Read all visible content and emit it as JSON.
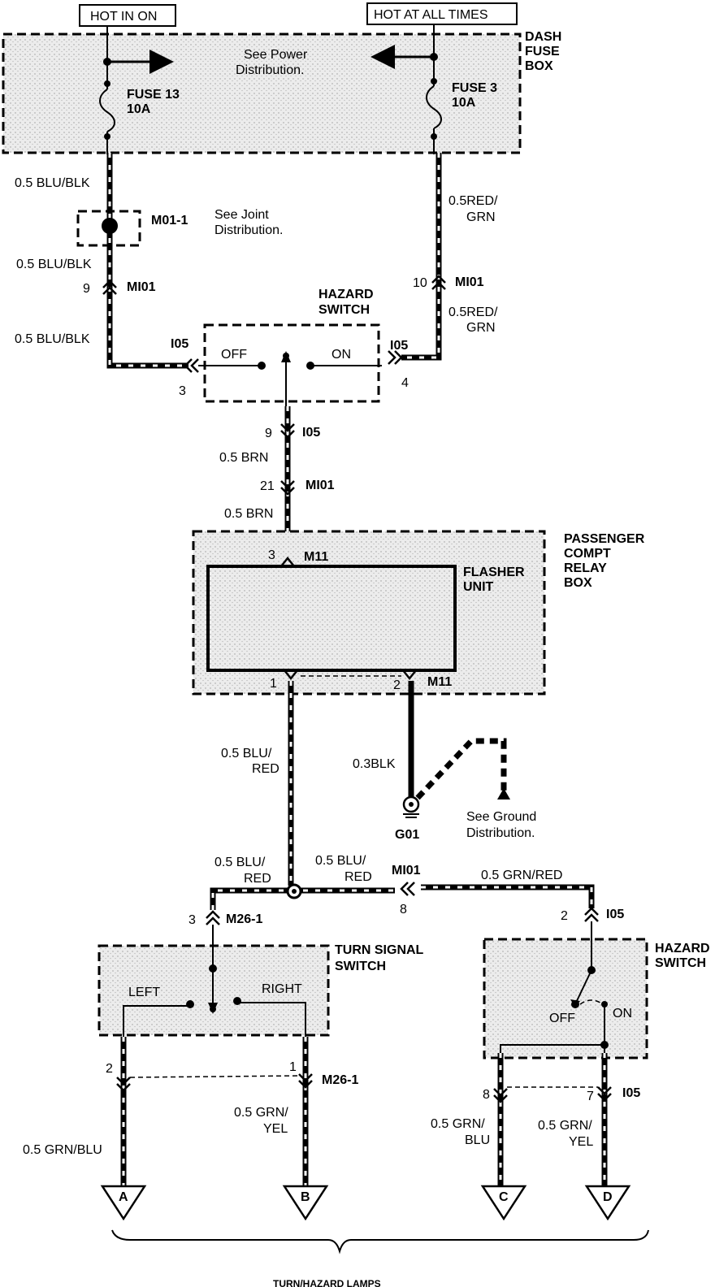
{
  "power": {
    "hot_in_on": "HOT IN ON",
    "hot_at_all_times": "HOT AT ALL TIMES",
    "see_power": "See Power",
    "distribution": "Distribution.",
    "dash": "DASH",
    "fuse": "FUSE",
    "box": "BOX",
    "fuse13_name": "FUSE 13",
    "fuse13_rating": "10A",
    "fuse3_name": "FUSE 3",
    "fuse3_rating": "10A"
  },
  "left_feed": {
    "wire_top": "0.5 BLU/BLK",
    "joint_id": "M01-1",
    "see_joint": "See Joint",
    "joint_dist": "Distribution.",
    "wire_mid": "0.5 BLU/BLK",
    "pin": "9",
    "conn": "MI01",
    "wire_bottom": "0.5 BLU/BLK"
  },
  "right_feed": {
    "wire_top_1": "0.5RED/",
    "wire_top_2": "GRN",
    "pin": "10",
    "conn": "MI01",
    "wire_bottom_1": "0.5RED/",
    "wire_bottom_2": "GRN"
  },
  "hazard_top": {
    "title_1": "HAZARD",
    "title_2": "SWITCH",
    "off": "OFF",
    "on": "ON",
    "left_conn": "I05",
    "left_pin": "3",
    "right_conn": "I05",
    "right_pin": "4",
    "out_pin": "9",
    "out_conn": "I05"
  },
  "brown_wire": {
    "wire1": "0.5 BRN",
    "pin": "21",
    "conn": "MI01",
    "wire2": "0.5 BRN"
  },
  "relay_box": {
    "title_1": "PASSENGER",
    "title_2": "COMPT",
    "title_3": "RELAY",
    "title_4": "BOX",
    "flasher_1": "FLASHER",
    "flasher_2": "UNIT",
    "pin_in": "3",
    "conn_in": "M11",
    "pin_out1": "1",
    "pin_out2": "2",
    "conn_out": "M11"
  },
  "outputs": {
    "blu_red_1": "0.5 BLU/",
    "blu_red_2": "RED",
    "blk": "0.3BLK",
    "ground": "G01",
    "see_ground": "See Ground",
    "ground_dist": "Distribution."
  },
  "splice": {
    "left_1": "0.5 BLU/",
    "left_2": "RED",
    "right_1": "0.5 BLU/",
    "right_2": "RED",
    "conn": "MI01",
    "pin": "8",
    "grn_red": "0.5 GRN/RED"
  },
  "turn_switch": {
    "title_1": "TURN SIGNAL",
    "title_2": "SWITCH",
    "left": "LEFT",
    "right": "RIGHT",
    "in_pin": "3",
    "in_conn": "M26-1",
    "pin_a": "2",
    "pin_b": "1",
    "out_conn": "M26-1",
    "wire_a": "0.5 GRN/BLU",
    "wire_b_1": "0.5 GRN/",
    "wire_b_2": "YEL"
  },
  "hazard_bottom": {
    "title_1": "HAZARD",
    "title_2": "SWITCH",
    "in_pin": "2",
    "in_conn": "I05",
    "off": "OFF",
    "on": "ON",
    "pin_c": "8",
    "pin_d": "7",
    "out_conn": "I05",
    "wire_c_1": "0.5 GRN/",
    "wire_c_2": "BLU",
    "wire_d_1": "0.5 GRN/",
    "wire_d_2": "YEL"
  },
  "terminals": [
    "A",
    "B",
    "C",
    "D"
  ],
  "footer": "TURN/HAZARD LAMPS"
}
